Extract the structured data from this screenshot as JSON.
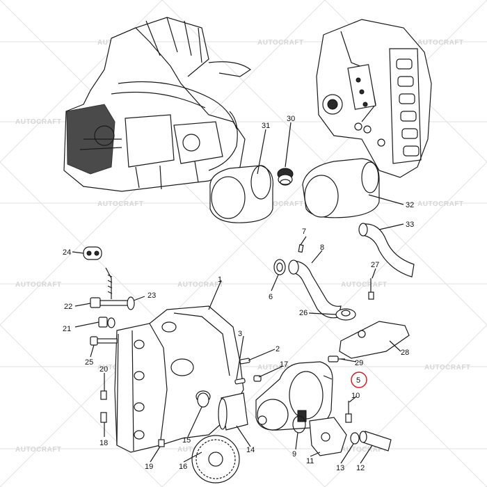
{
  "watermark": "AUTOCRAFT",
  "highlight_color": "#d41f1f",
  "highlighted_part": "5",
  "labels": {
    "p1": "1",
    "p2": "2",
    "p3": "3",
    "p5": "5",
    "p6": "6",
    "p7": "7",
    "p8": "8",
    "p9": "9",
    "p10": "10",
    "p11": "11",
    "p12": "12",
    "p13": "13",
    "p14": "14",
    "p15": "15",
    "p16": "16",
    "p17": "17",
    "p18": "18",
    "p19": "19",
    "p20": "20",
    "p21": "21",
    "p22": "22",
    "p23": "23",
    "p24": "24",
    "p25": "25",
    "p26": "26",
    "p27": "27",
    "p28": "28",
    "p29": "29",
    "p30": "30",
    "p31": "31",
    "p32": "32",
    "p33": "33"
  }
}
